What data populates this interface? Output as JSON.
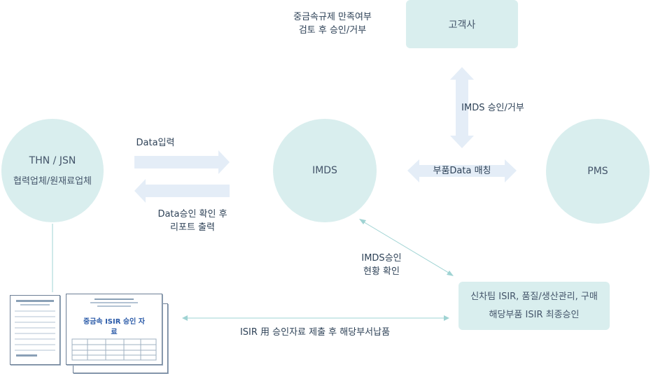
{
  "nodes": {
    "supplier": {
      "title": "THN / JSN",
      "subtitle": "협력업체/원재료업체"
    },
    "imds": {
      "title": "IMDS"
    },
    "pms": {
      "title": "PMS"
    },
    "customer": {
      "title": "고객사"
    },
    "team": {
      "line1": "신차팀 ISIR, 품질/생산관리, 구매",
      "line2": "해당부품 ISIR 최종승인"
    }
  },
  "labels": {
    "top_note_line1": "중금속규제 만족여부",
    "top_note_line2": "검토 후 승인/거부",
    "data_input": "Data입력",
    "report_line1": "Data승인 확인 후",
    "report_line2": "리포트 출력",
    "imds_approval": "IMDS 승인/거부",
    "part_match": "부품Data 매칭",
    "imds_status_line1": "IMDS승인",
    "imds_status_line2": "현황 확인",
    "isir_submit": "ISIR 用 승인자료 제출 후 해당부서납품"
  },
  "document_image": {
    "stamp_text": "중금속 ISIR 승인 자료"
  },
  "colors": {
    "node_fill": "#d9eeee",
    "arrow_fill": "#e4edf7",
    "line": "#9fd3d3"
  }
}
